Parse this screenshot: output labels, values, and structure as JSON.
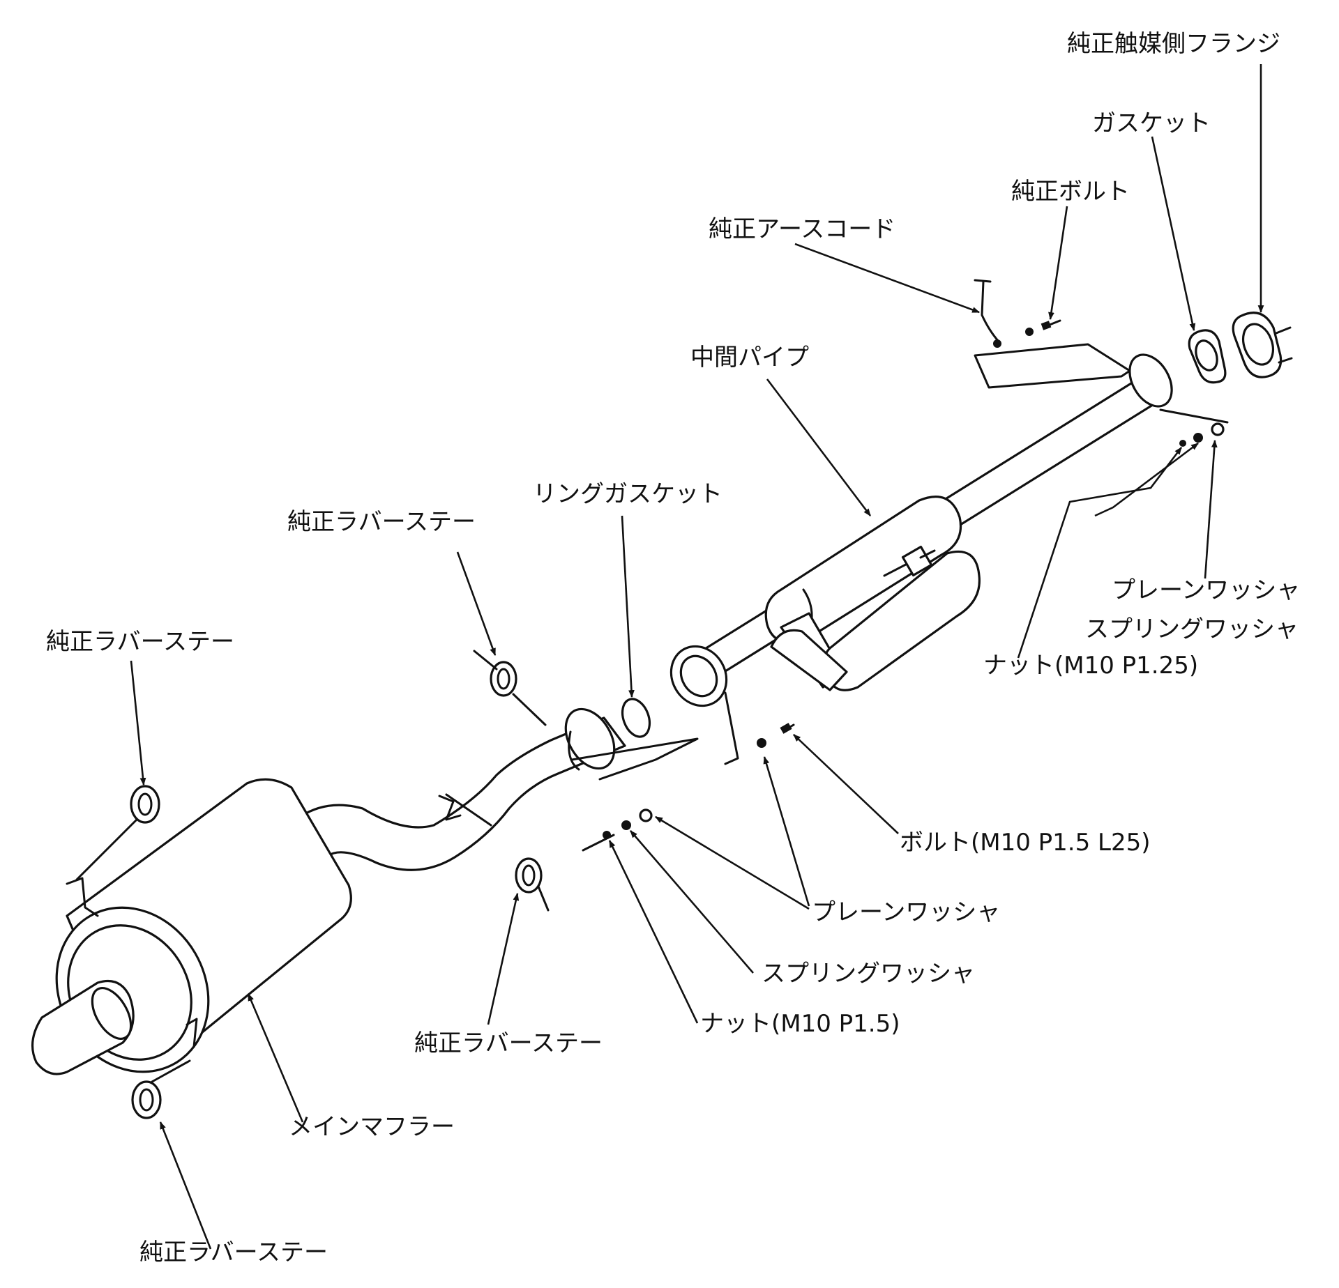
{
  "labels": {
    "catalyst_flange": "純正触媒側フランジ",
    "gasket": "ガスケット",
    "stock_bolt": "純正ボルト",
    "ground_cord": "純正アースコード",
    "center_pipe": "中間パイプ",
    "ring_gasket": "リングガスケット",
    "rubber_stay_top": "純正ラバーステー",
    "rubber_stay_left": "純正ラバーステー",
    "rubber_stay_mid": "純正ラバーステー",
    "rubber_stay_bottom": "純正ラバーステー",
    "plain_washer_upper": "プレーンワッシャ",
    "spring_washer_upper": "スプリングワッシャ",
    "nut_m10_p125": "ナット(M10 P1.25)",
    "bolt_m10": "ボルト(M10 P1.5 L25)",
    "plain_washer_lower": "プレーンワッシャ",
    "spring_washer_lower": "スプリングワッシャ",
    "nut_m10_p15": "ナット(M10 P1.5)",
    "main_muffler": "メインマフラー"
  }
}
